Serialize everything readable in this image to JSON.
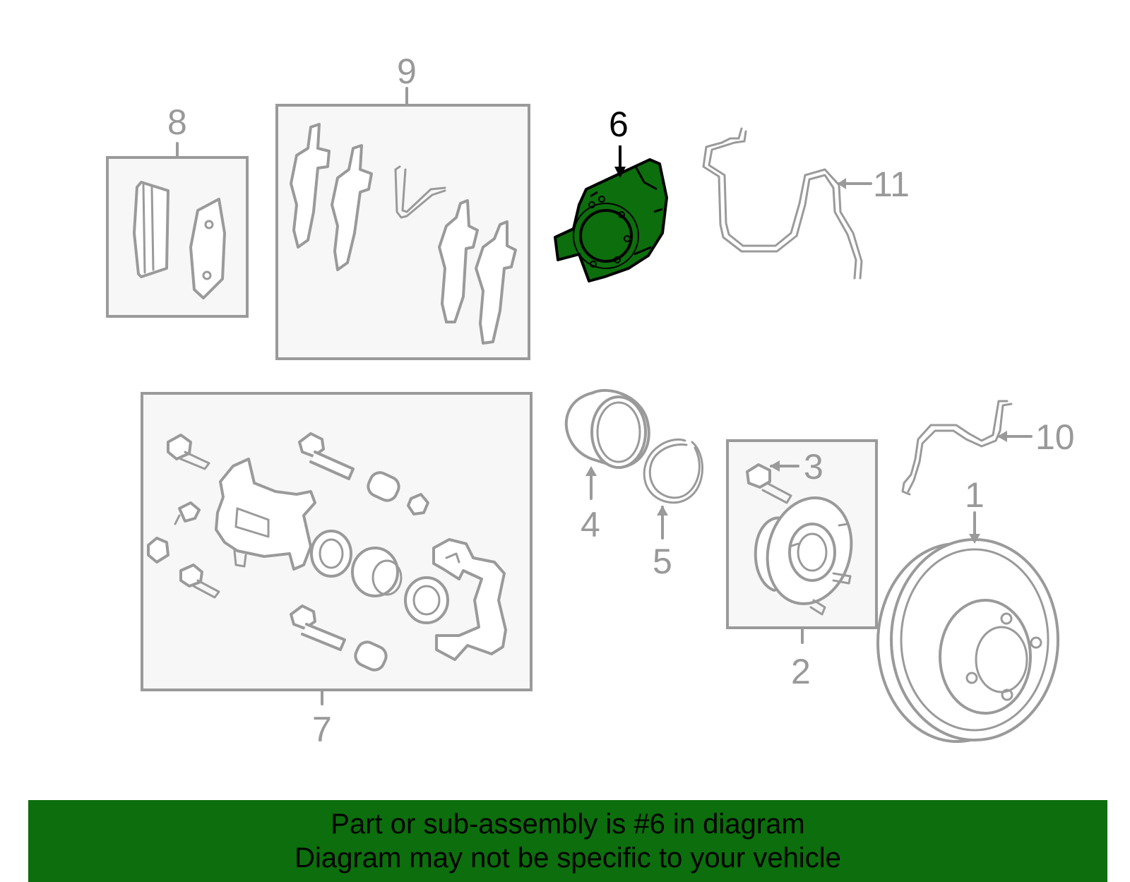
{
  "diagram": {
    "highlight_color": "#0c6e0c",
    "line_color": "#9a9a9a",
    "selected_part": "6",
    "callouts": {
      "c1": "1",
      "c2": "2",
      "c3": "3",
      "c4": "4",
      "c5": "5",
      "c6": "6",
      "c7": "7",
      "c8": "8",
      "c9": "9",
      "c10": "10",
      "c11": "11"
    }
  },
  "banner": {
    "line1": "Part or sub-assembly is #6 in diagram",
    "line2": "Diagram may not be specific to your vehicle"
  }
}
